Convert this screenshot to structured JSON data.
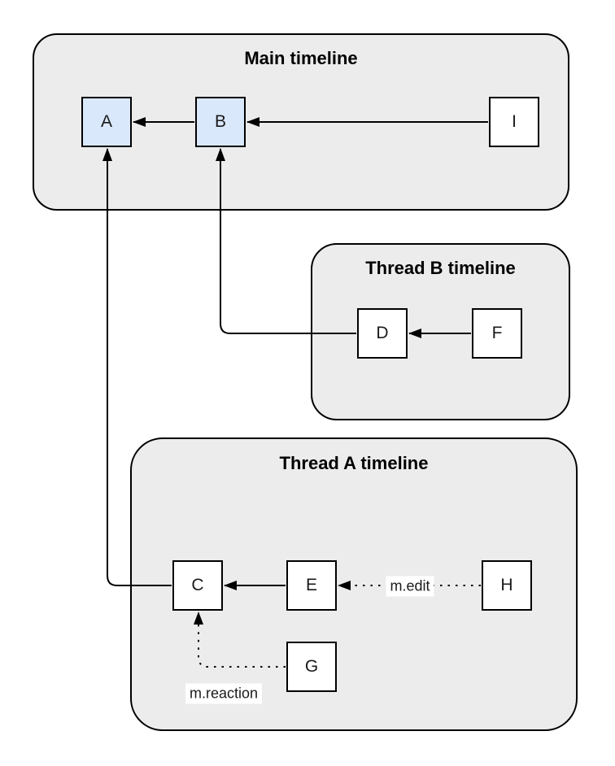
{
  "diagram": {
    "type": "event-graph",
    "containers": [
      {
        "id": "main-timeline",
        "title": "Main timeline"
      },
      {
        "id": "thread-b-timeline",
        "title": "Thread B timeline"
      },
      {
        "id": "thread-a-timeline",
        "title": "Thread A timeline"
      }
    ],
    "nodes": [
      {
        "id": "A",
        "label": "A",
        "fill": "#dae8fc",
        "container": "main-timeline"
      },
      {
        "id": "B",
        "label": "B",
        "fill": "#dae8fc",
        "container": "main-timeline"
      },
      {
        "id": "I",
        "label": "I",
        "fill": "#ffffff",
        "container": "main-timeline"
      },
      {
        "id": "D",
        "label": "D",
        "fill": "#ffffff",
        "container": "thread-b-timeline"
      },
      {
        "id": "F",
        "label": "F",
        "fill": "#ffffff",
        "container": "thread-b-timeline"
      },
      {
        "id": "C",
        "label": "C",
        "fill": "#ffffff",
        "container": "thread-a-timeline"
      },
      {
        "id": "E",
        "label": "E",
        "fill": "#ffffff",
        "container": "thread-a-timeline"
      },
      {
        "id": "H",
        "label": "H",
        "fill": "#ffffff",
        "container": "thread-a-timeline"
      },
      {
        "id": "G",
        "label": "G",
        "fill": "#ffffff",
        "container": "thread-a-timeline"
      }
    ],
    "edges": [
      {
        "from": "B",
        "to": "A",
        "style": "solid",
        "label": ""
      },
      {
        "from": "I",
        "to": "B",
        "style": "solid",
        "label": ""
      },
      {
        "from": "F",
        "to": "D",
        "style": "solid",
        "label": ""
      },
      {
        "from": "D",
        "to": "B",
        "style": "solid",
        "label": ""
      },
      {
        "from": "E",
        "to": "C",
        "style": "solid",
        "label": ""
      },
      {
        "from": "C",
        "to": "A",
        "style": "solid",
        "label": ""
      },
      {
        "from": "H",
        "to": "E",
        "style": "dotted",
        "label": "m.edit"
      },
      {
        "from": "G",
        "to": "C",
        "style": "dotted",
        "label": "m.reaction"
      }
    ],
    "colors": {
      "container_fill": "#ececec",
      "node_fill": "#ffffff",
      "node_highlight_fill": "#dae8fc",
      "stroke": "#000000",
      "label_background": "#ffffff",
      "background": "#ffffff"
    }
  }
}
